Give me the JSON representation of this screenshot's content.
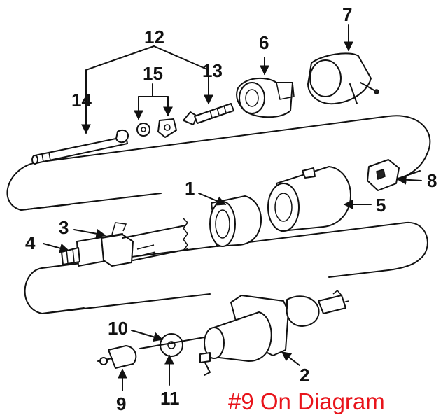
{
  "colors": {
    "ink": "#111111",
    "caption": "#e8141b",
    "background": "#ffffff"
  },
  "callouts": [
    {
      "id": "1",
      "label": "1"
    },
    {
      "id": "2",
      "label": "2"
    },
    {
      "id": "3",
      "label": "3"
    },
    {
      "id": "4",
      "label": "4"
    },
    {
      "id": "5",
      "label": "5"
    },
    {
      "id": "6",
      "label": "6"
    },
    {
      "id": "7",
      "label": "7"
    },
    {
      "id": "8",
      "label": "8"
    },
    {
      "id": "9",
      "label": "9"
    },
    {
      "id": "10",
      "label": "10"
    },
    {
      "id": "11",
      "label": "11"
    },
    {
      "id": "12",
      "label": "12"
    },
    {
      "id": "13",
      "label": "13"
    },
    {
      "id": "14",
      "label": "14"
    },
    {
      "id": "15",
      "label": "15"
    }
  ],
  "caption": "#9 On Diagram"
}
